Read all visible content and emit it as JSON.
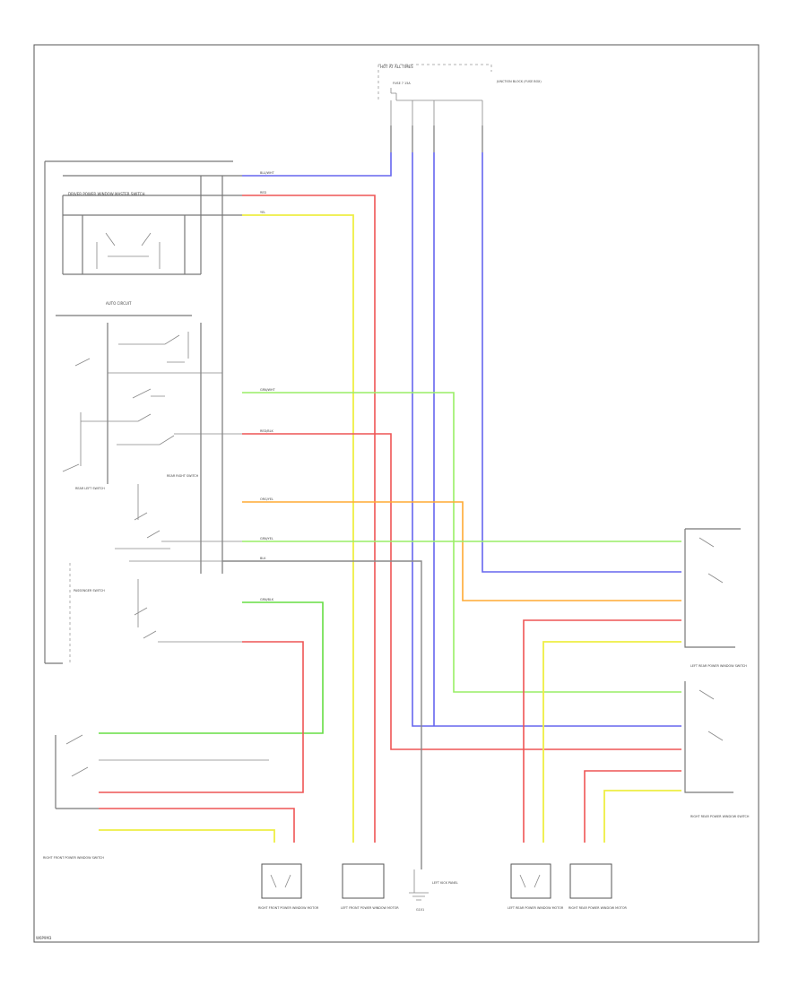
{
  "page": {
    "footer_code": "W6P9M3"
  },
  "labels": {
    "top_hot": "HOT AT ALL TIMES",
    "top_fuse": "FUSE 7 15A",
    "junction_block": "JUNCTION BLOCK (FUSE BOX)",
    "master_switch_header": "DRIVER POWER WINDOW MASTER SWITCH",
    "auto_circuit": "AUTO CIRCUIT",
    "rear_left_switch": "REAR LEFT SWITCH",
    "rear_right_switch": "REAR RIGHT SWITCH",
    "passenger_switch": "PASSENGER SWITCH",
    "rf_switch": "RIGHT FRONT POWER WINDOW SWITCH",
    "lr_switch": "LEFT REAR POWER WINDOW SWITCH",
    "rr_switch": "RIGHT REAR POWER WINDOW SWITCH",
    "ground": "G101",
    "ground_note": "LEFT KICK PANEL",
    "motor_rf": "RIGHT FRONT POWER WINDOW MOTOR",
    "motor_lf": "LEFT FRONT POWER WINDOW MOTOR",
    "motor_lr": "LEFT REAR POWER WINDOW MOTOR",
    "motor_rr": "RIGHT REAR POWER WINDOW MOTOR"
  },
  "wires": {
    "blu_wht": "BLU/WHT",
    "red": "RED",
    "yel": "YEL",
    "grn_wht": "GRN/WHT",
    "red_blk": "RED/BLK",
    "org_yel": "ORG/YEL",
    "grn_yel": "GRN/YEL",
    "blk": "BLK",
    "grn_blk": "GRN/BLK"
  }
}
